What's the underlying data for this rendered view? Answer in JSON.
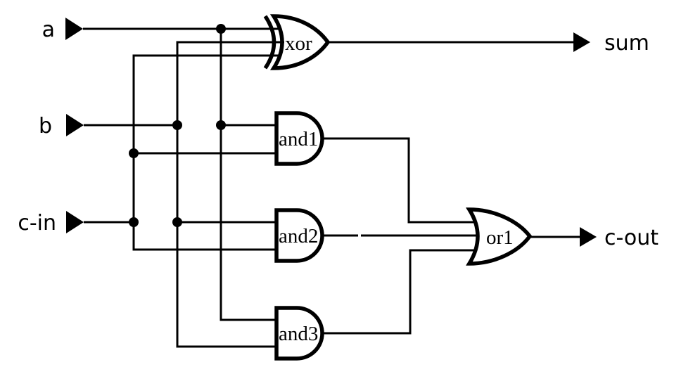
{
  "diagram": {
    "kind": "logic-circuit-full-adder",
    "colors": {
      "ink": "#000000",
      "background": "#ffffff"
    },
    "inputs": [
      {
        "id": "a",
        "label": "a"
      },
      {
        "id": "b",
        "label": "b"
      },
      {
        "id": "c-in",
        "label": "c-in"
      }
    ],
    "outputs": [
      {
        "id": "sum",
        "label": "sum",
        "driven_by": "xor"
      },
      {
        "id": "c-out",
        "label": "c-out",
        "driven_by": "or1"
      }
    ],
    "gates": [
      {
        "id": "xor",
        "label": "xor",
        "type": "XOR",
        "inputs": [
          "a",
          "b",
          "c-in"
        ],
        "output": "sum"
      },
      {
        "id": "and1",
        "label": "and1",
        "type": "AND",
        "inputs": [
          "a",
          "c-in"
        ],
        "output": "or1"
      },
      {
        "id": "and2",
        "label": "and2",
        "type": "AND",
        "inputs": [
          "b",
          "c-in"
        ],
        "output": "or1"
      },
      {
        "id": "and3",
        "label": "and3",
        "type": "AND",
        "inputs": [
          "a",
          "b"
        ],
        "output": "or1"
      },
      {
        "id": "or1",
        "label": "or1",
        "type": "OR",
        "inputs": [
          "and1",
          "and2",
          "and3"
        ],
        "output": "c-out"
      }
    ],
    "junction_count": 6
  }
}
